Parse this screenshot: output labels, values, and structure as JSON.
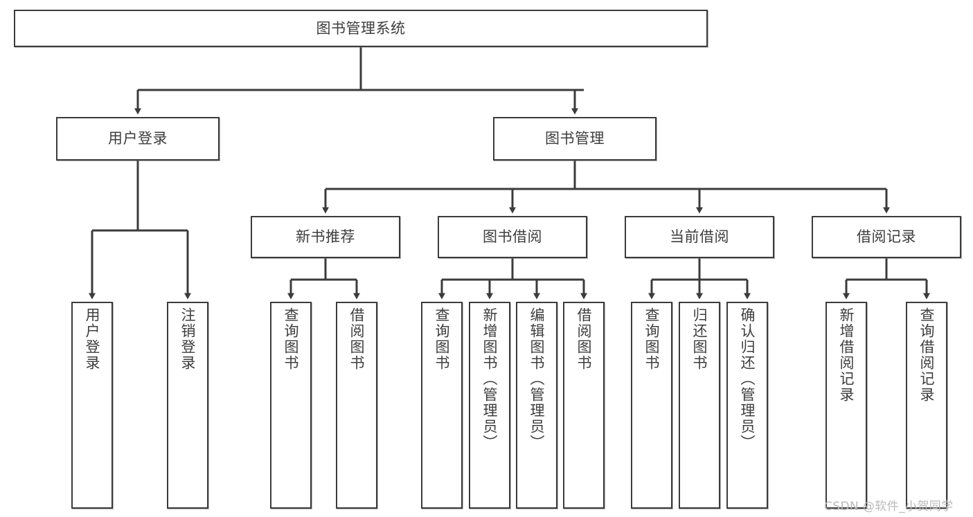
{
  "diagram": {
    "title": "图书管理系统",
    "type": "tree-hierarchy",
    "watermark": "CSDN @软件_小贺同学",
    "colors": {
      "node_border": "#3b3b3b",
      "node_fill": "#ffffff",
      "edge": "#3b3b3b",
      "text": "#3d3d3d",
      "watermark": "#b9b9b9",
      "background": "#ffffff"
    },
    "nodes": {
      "root": {
        "label": "图书管理系统"
      },
      "level2": [
        {
          "id": "user-login",
          "label": "用户登录"
        },
        {
          "id": "book-manage",
          "label": "图书管理"
        }
      ],
      "level3": [
        {
          "id": "new-book-recommend",
          "label": "新书推荐"
        },
        {
          "id": "book-borrow",
          "label": "图书借阅"
        },
        {
          "id": "current-borrow",
          "label": "当前借阅"
        },
        {
          "id": "borrow-record",
          "label": "借阅记录"
        }
      ],
      "leaves": [
        {
          "id": "leaf-user-login",
          "parent": "user-login",
          "label": "用户登录"
        },
        {
          "id": "leaf-logout",
          "parent": "user-login",
          "label": "注销登录"
        },
        {
          "id": "leaf-query-book-1",
          "parent": "new-book-recommend",
          "label": "查询图书"
        },
        {
          "id": "leaf-borrow-book-1",
          "parent": "new-book-recommend",
          "label": "借阅图书"
        },
        {
          "id": "leaf-query-book-2",
          "parent": "book-borrow",
          "label": "查询图书"
        },
        {
          "id": "leaf-add-book",
          "parent": "book-borrow",
          "label": "新增图书（管理员）"
        },
        {
          "id": "leaf-edit-book",
          "parent": "book-borrow",
          "label": "编辑图书（管理员）"
        },
        {
          "id": "leaf-borrow-book-2",
          "parent": "book-borrow",
          "label": "借阅图书"
        },
        {
          "id": "leaf-query-book-3",
          "parent": "current-borrow",
          "label": "查询图书"
        },
        {
          "id": "leaf-return-book",
          "parent": "current-borrow",
          "label": "归还图书"
        },
        {
          "id": "leaf-confirm-return",
          "parent": "current-borrow",
          "label": "确认归还（管理员）"
        },
        {
          "id": "leaf-add-record",
          "parent": "borrow-record",
          "label": "新增借阅记录"
        },
        {
          "id": "leaf-query-record",
          "parent": "borrow-record",
          "label": "查询借阅记录"
        }
      ]
    }
  }
}
